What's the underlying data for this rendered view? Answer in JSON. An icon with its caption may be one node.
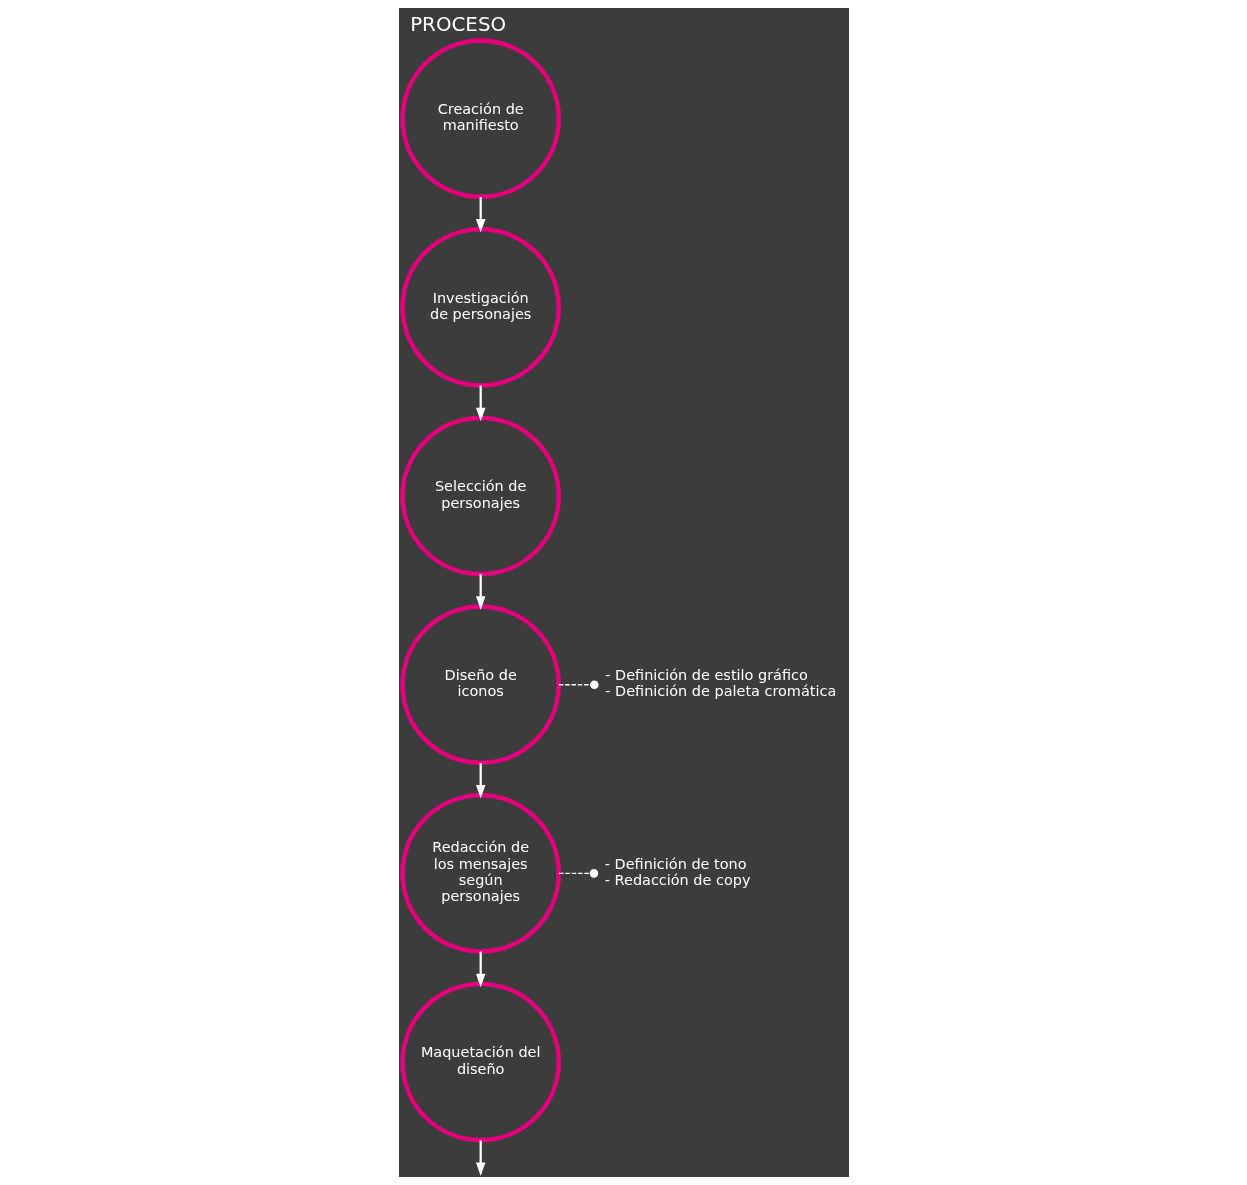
{
  "diagram": {
    "title": "PROCESO",
    "nodes": [
      {
        "text": [
          "Creación de manifiesto"
        ]
      },
      {
        "text": [
          "Investigación de personajes"
        ]
      },
      {
        "text": [
          "Selección de personajes"
        ]
      },
      {
        "text": [
          "Diseño de iconos"
        ]
      },
      {
        "text": [
          "- Definición de estilo gráfico",
          "- Definición de paleta cromática"
        ]
      },
      {
        "text": [
          "Redacción de los mensajes según personajes"
        ]
      },
      {
        "text": [
          "- Definición de tono",
          "- Redacción de copy"
        ]
      },
      {
        "text": [
          "Maquetación del diseño"
        ]
      }
    ],
    "edges": [
      {
        "from": 0,
        "to": 1,
        "arrow": "to"
      },
      {
        "from": 1,
        "to": 2,
        "arrow": "to"
      },
      {
        "from": 2,
        "to": 3,
        "arrow": "to"
      },
      {
        "from": 3,
        "to": 4,
        "arrow": "other",
        "style": "dashed"
      },
      {
        "from": 3,
        "to": 5,
        "arrow": "to"
      },
      {
        "from": 5,
        "to": 6,
        "arrow": "other",
        "style": "dashed"
      },
      {
        "from": 5,
        "to": 7,
        "arrow": "to"
      },
      {
        "from": 7,
        "to": null,
        "arrow": "to"
      }
    ]
  }
}
